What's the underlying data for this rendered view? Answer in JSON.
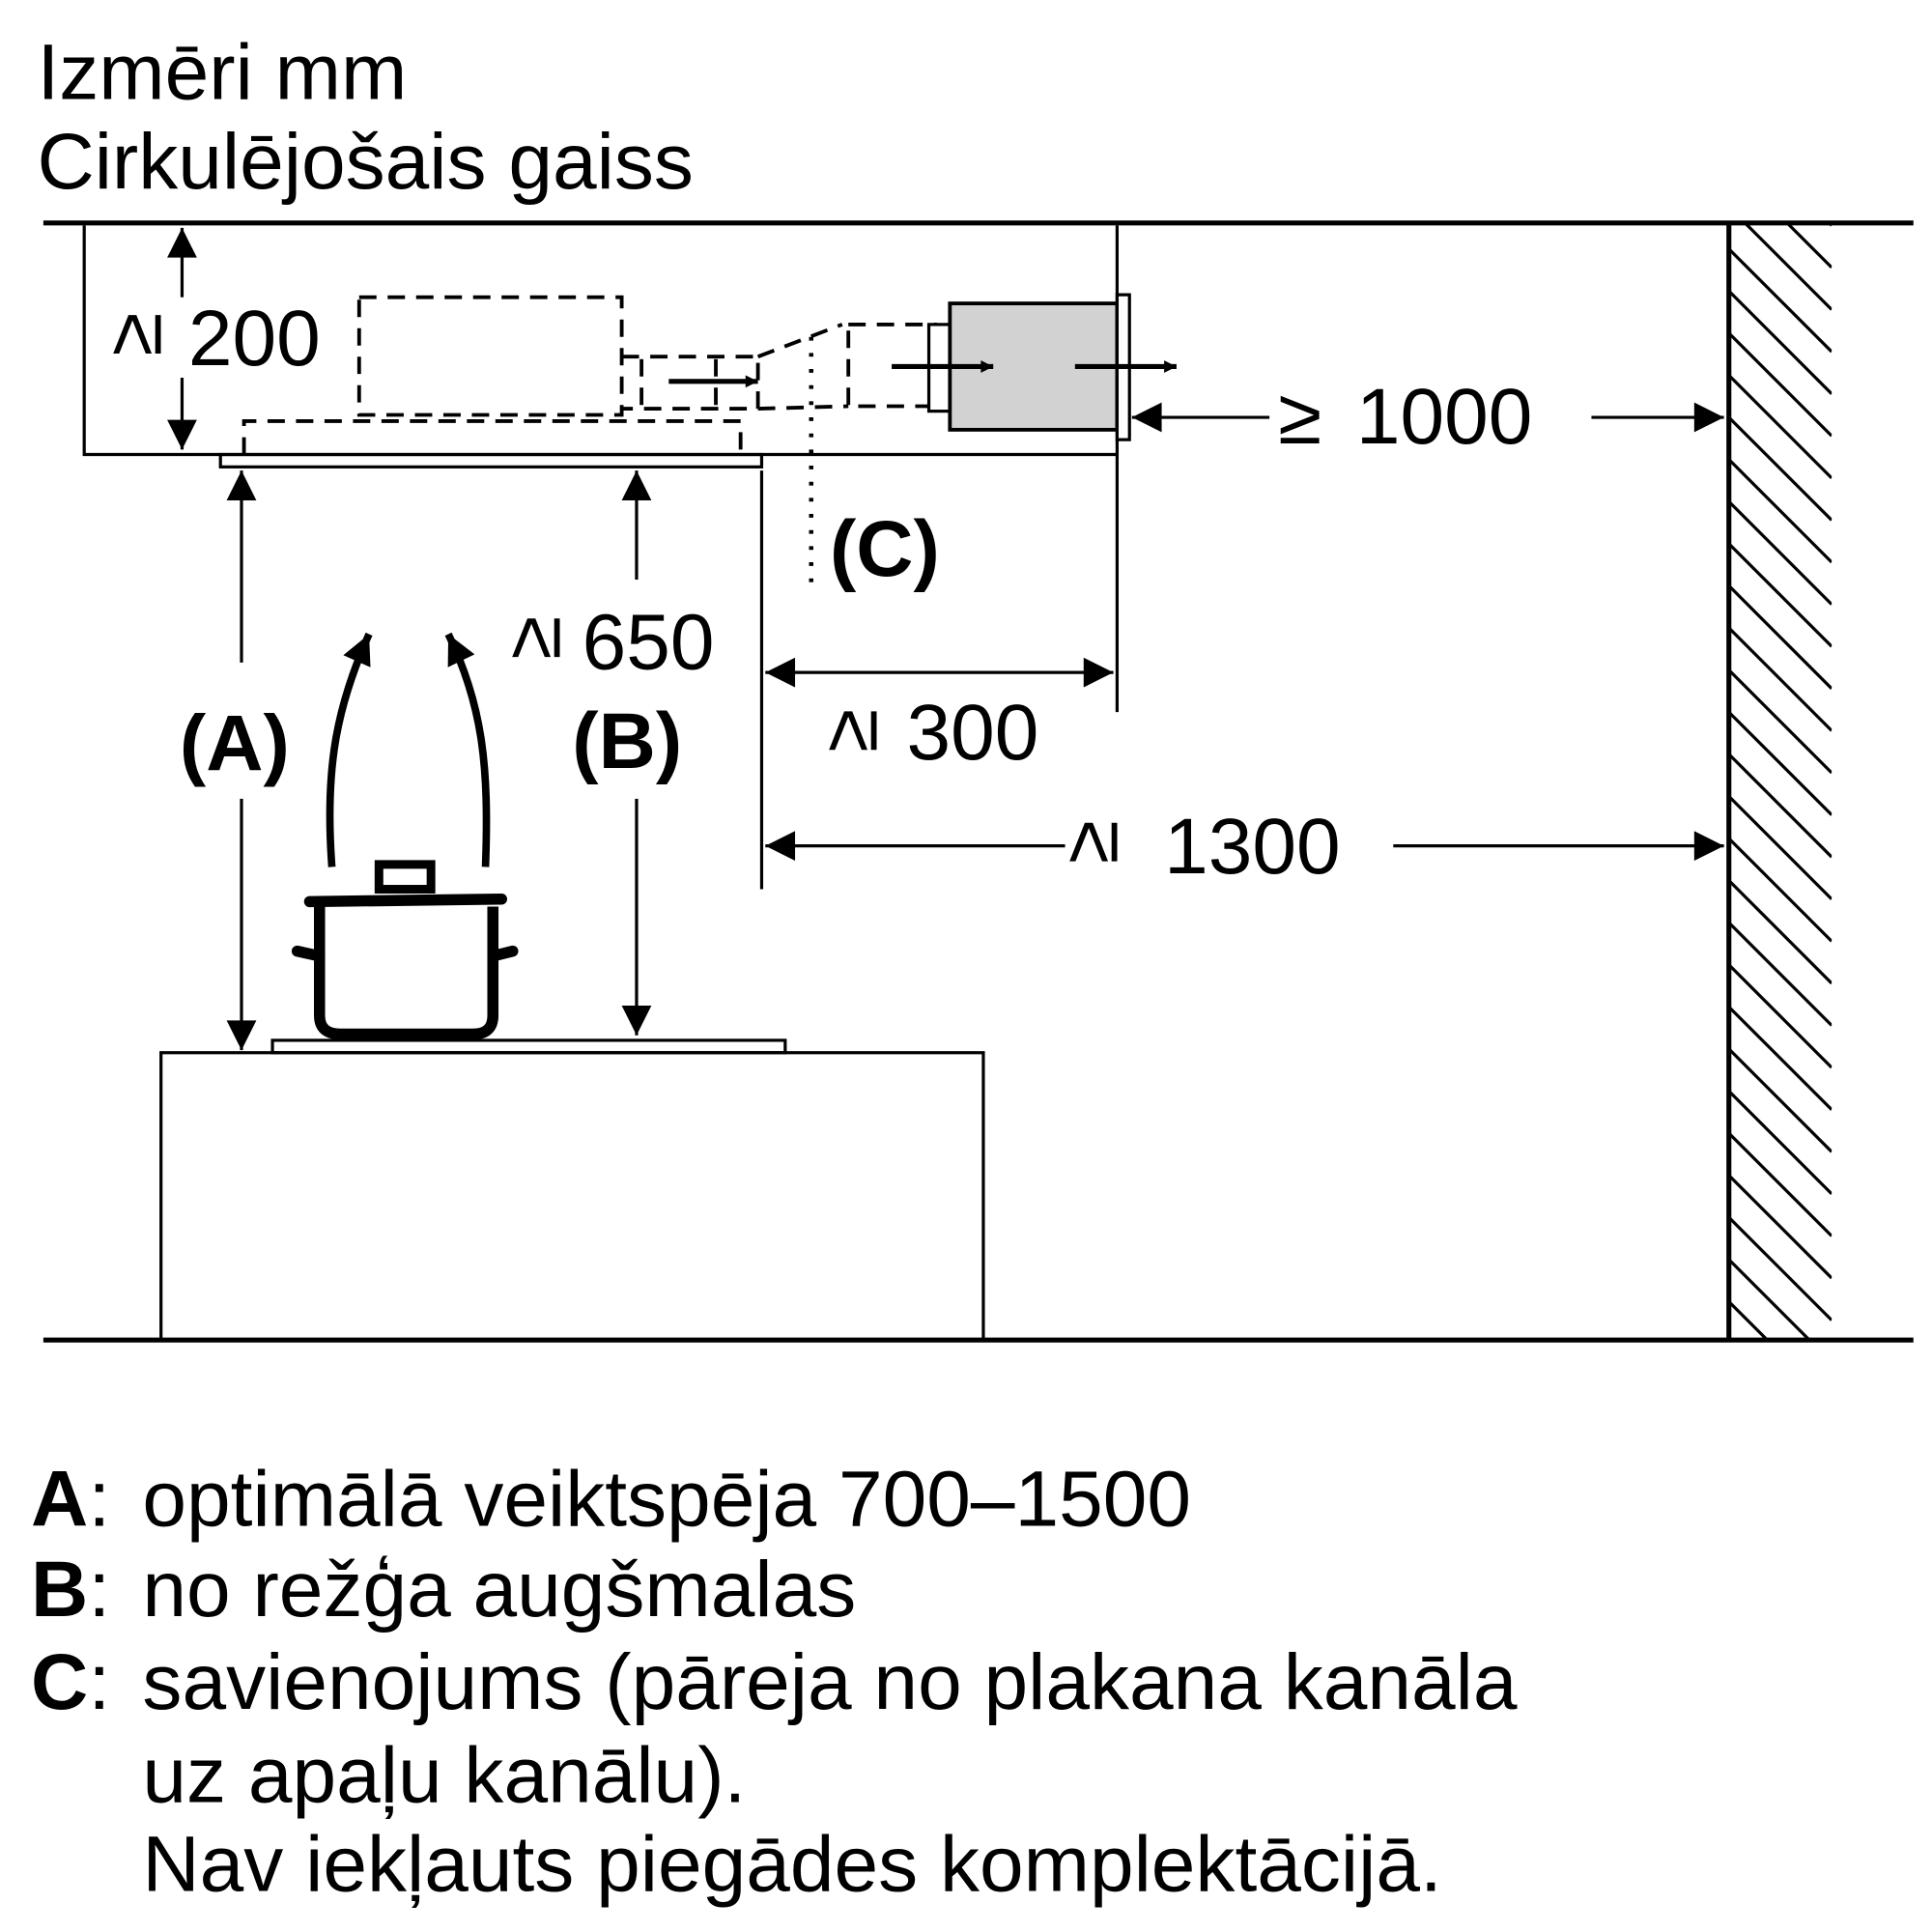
{
  "title": {
    "line1": "Izmēri mm",
    "line2": "Cirkulējošais gaiss"
  },
  "dimensions": {
    "ge": "≥",
    "d200": "200",
    "d1000": "1000",
    "d650": "650",
    "d300": "300",
    "d1300": "1300"
  },
  "labels": {
    "A": "(A)",
    "B": "(B)",
    "C": "(C)"
  },
  "legend": [
    {
      "key": "A",
      "sep": ":",
      "text": "optimālā veiktspēja 700–1500"
    },
    {
      "key": "B",
      "sep": ":",
      "text": "no režģa augšmalas"
    },
    {
      "key": "C",
      "sep": ":",
      "text": "savienojums (pāreja no plakana kanāla"
    },
    {
      "text": "uz apaļu kanālu)."
    },
    {
      "text": "Nav iekļauts piegādes komplektācijā."
    }
  ],
  "colors": {
    "filter": "#d2d2d2"
  }
}
